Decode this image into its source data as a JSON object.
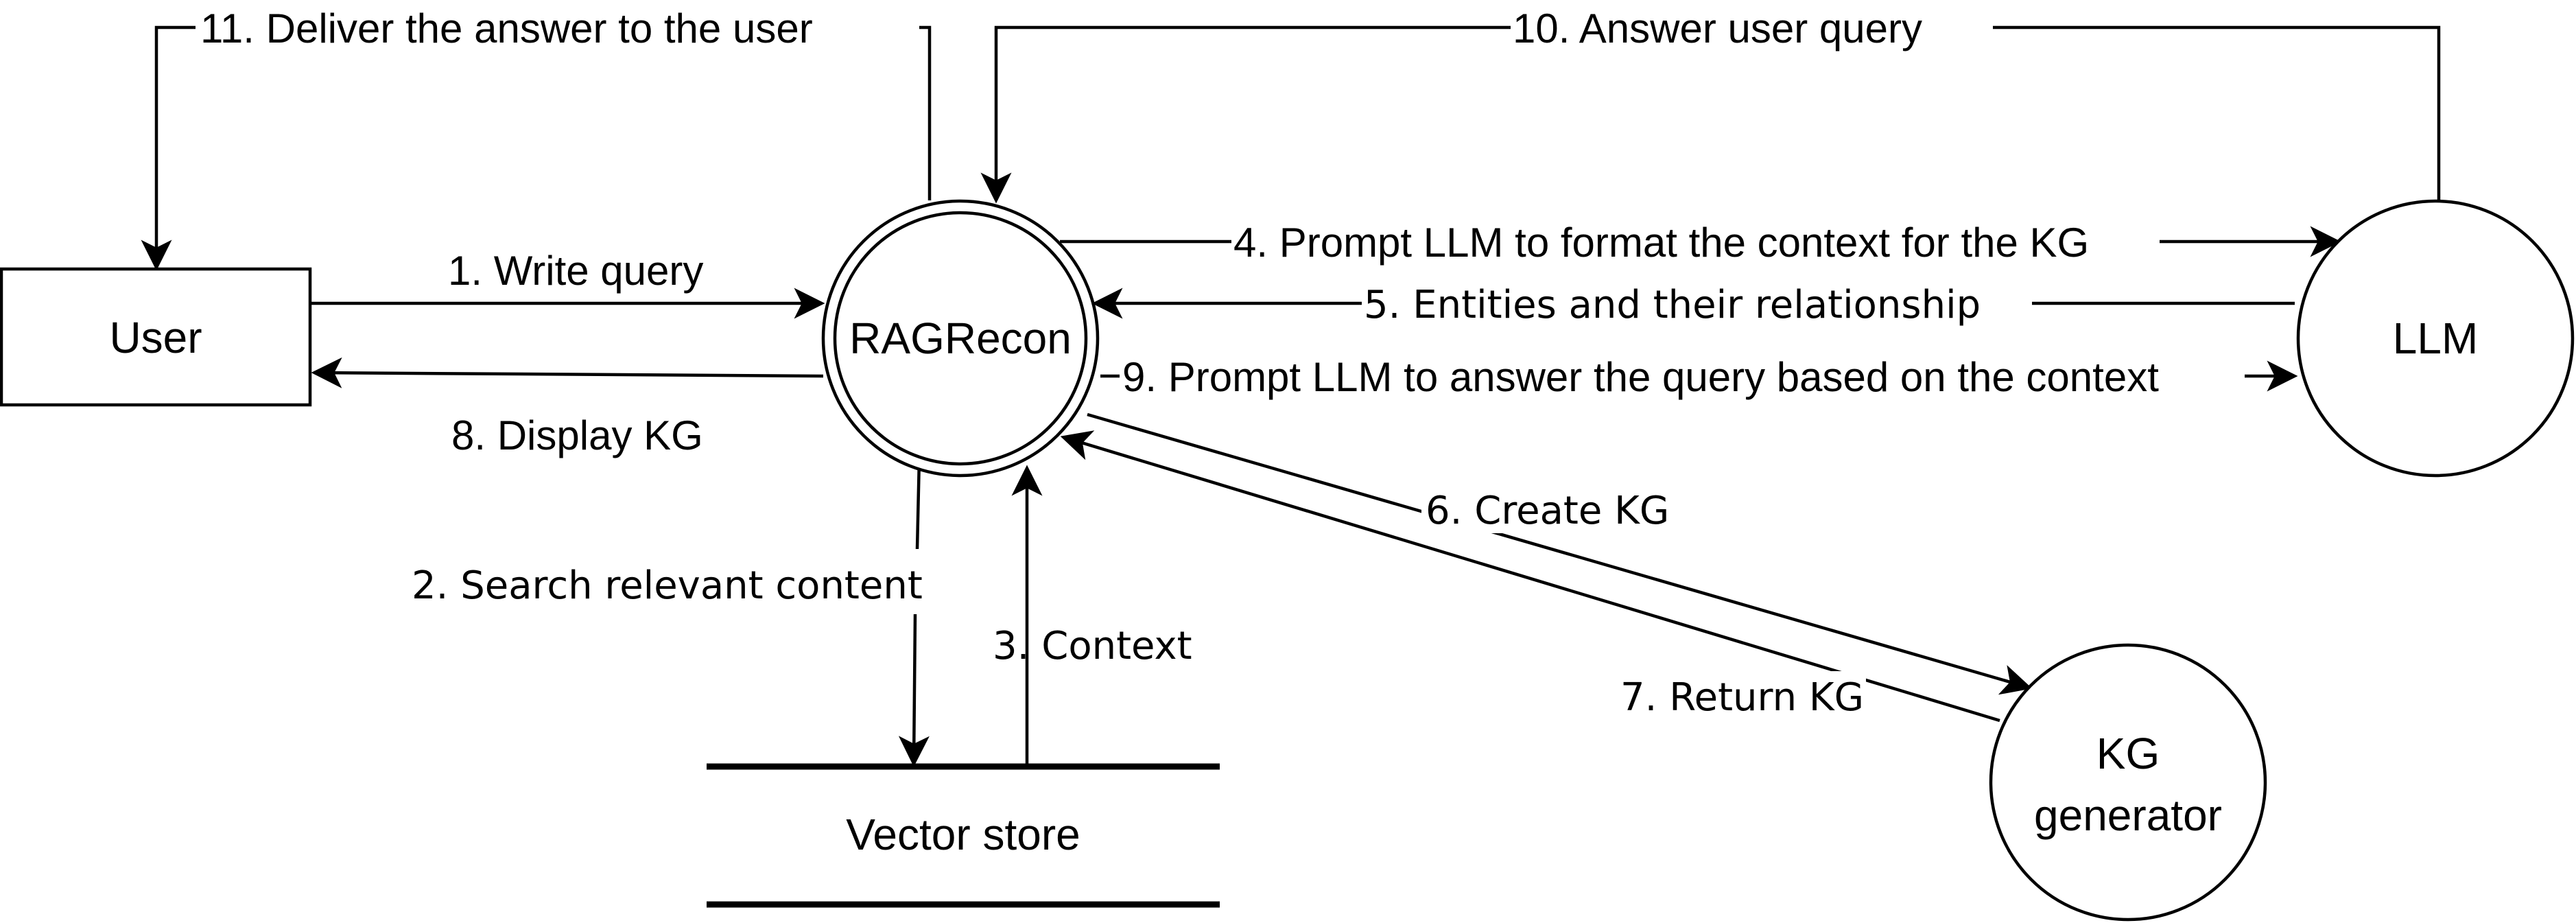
{
  "colors": {
    "stroke": "#000000",
    "background": "#ffffff"
  },
  "nodes": {
    "user": "User",
    "ragrecon": "RAGRecon",
    "llm": "LLM",
    "kg_generator_line1": "KG",
    "kg_generator_line2": "generator",
    "vector_store": "Vector store"
  },
  "flows": {
    "f1": "1. Write query",
    "f2": "2. Search relevant content",
    "f3": "3. Context",
    "f4": "4. Prompt LLM to format the context for the KG",
    "f5": "5. Entities and their relationship",
    "f6": "6. Create KG",
    "f7": "7. Return KG",
    "f8": "8. Display KG",
    "f9": "9. Prompt LLM to answer the query based on the context",
    "f10": "10. Answer user query",
    "f11": "11. Deliver the answer to the user"
  }
}
